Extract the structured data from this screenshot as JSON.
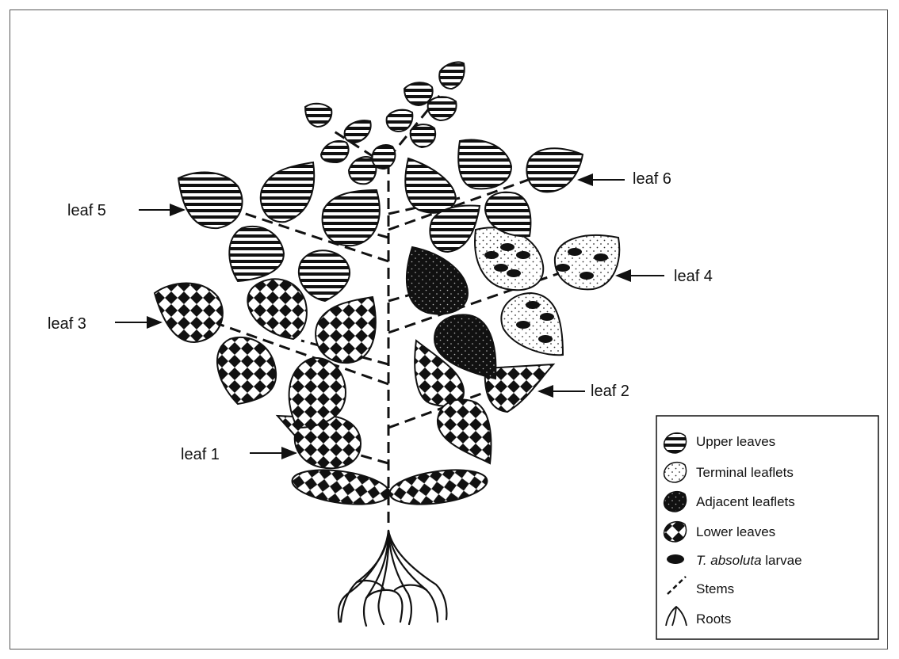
{
  "labels": {
    "leaf1": "leaf 1",
    "leaf2": "leaf 2",
    "leaf3": "leaf 3",
    "leaf4": "leaf 4",
    "leaf5": "leaf 5",
    "leaf6": "leaf 6"
  },
  "legend": {
    "upper": "Upper leaves",
    "terminal": "Terminal leaflets",
    "adjacent": "Adjacent leaflets",
    "lower": "Lower leaves",
    "larvae_species": "T. absoluta",
    "larvae_suffix": " larvae",
    "stems": "Stems",
    "roots": "Roots"
  },
  "colors": {
    "outline": "#111111",
    "dark_fill": "#111111",
    "background": "#ffffff"
  }
}
